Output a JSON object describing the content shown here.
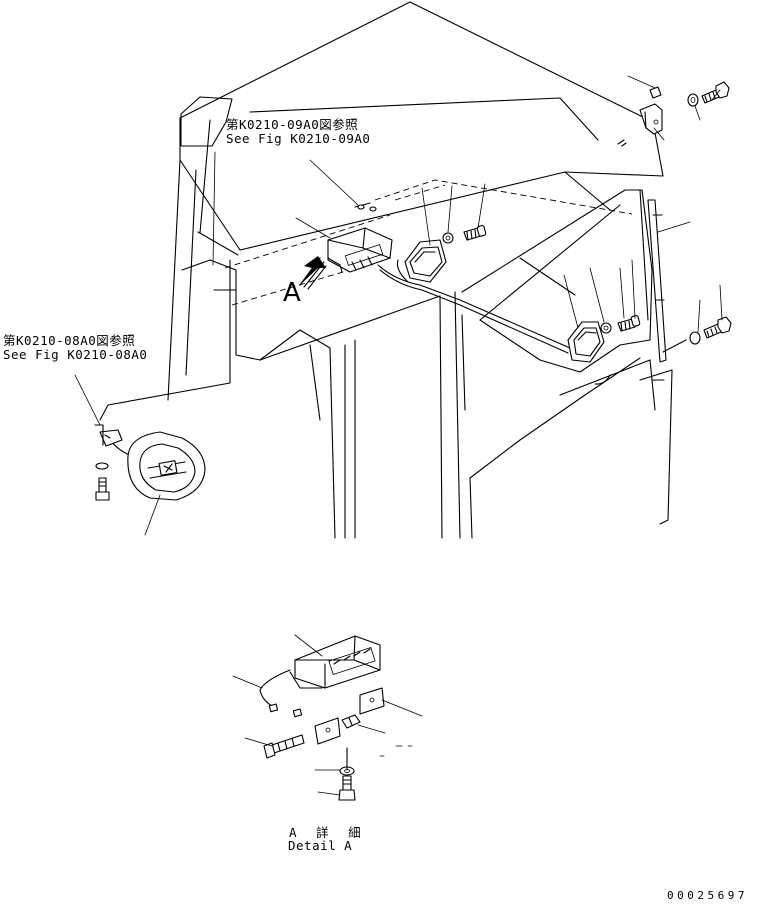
{
  "references": {
    "upper_ja": "第K0210-09A0図参照",
    "upper_en": "See Fig K0210-09A0",
    "left_ja": "第K0210-08A0図参照",
    "left_en": "See Fig K0210-08A0"
  },
  "view_marker": "A",
  "detail": {
    "title_ja": "A 詳 細",
    "title_en": "Detail A"
  },
  "document_number": "00025697"
}
